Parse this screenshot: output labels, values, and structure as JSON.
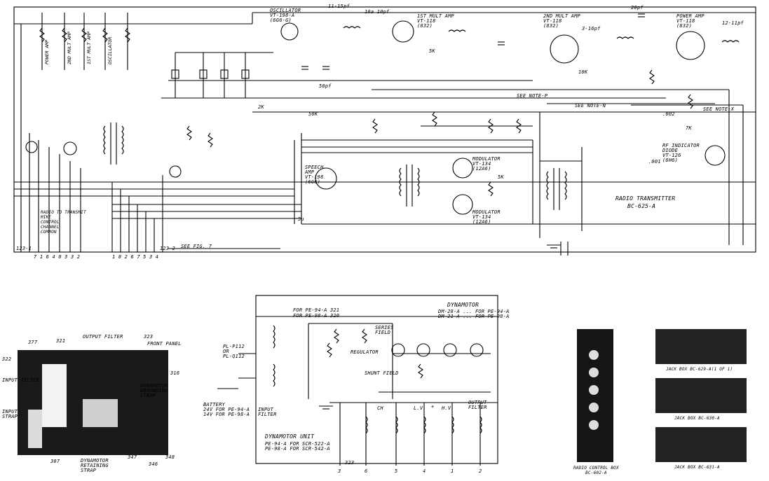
{
  "transmitter": {
    "title": "RADIO TRANSMITTER",
    "model": "BC-625-A",
    "oscillator": "OSCILLATOR\nVT-198-A\n(6G6-G)",
    "mult1": "1ST MULT AMP\nVT-118\n(832)",
    "mult2": "2ND MULT AMP\nVT-118\n(832)",
    "power_amp": "POWER AMP\nVT-118\n(832)",
    "speech_amp": "SPEECH\nAMP\nVT-198\n(6G6)",
    "modulator1": "MODULATOR\nVT-134\n(12A6)",
    "modulator2": "MODULATOR\nVT-134\n(12A6)",
    "indicator": "RF INDICATOR\nDIODE\nVT-126\n(6H6)",
    "caps": {
      "c20pf": "20pf",
      "c11pf": "11-15pf",
      "c10pf": "10a 10pf",
      "c3pf": "3-16pf",
      "c11b": "12-11pf",
      "c50k": "50K",
      "c2k": "2K",
      "c5k": "5K",
      "c5k2": "5K",
      "c7k": "7K",
      "c10k": "10K",
      "c0002": ".002",
      "c001": ".001",
      "c5u": "5u",
      "c50pf": "50pf"
    },
    "notes": {
      "see_p": "SEE NOTE-P",
      "see_n": "SEE NOTE-N",
      "see_x": "SEE NOTE-X"
    },
    "strip_left": [
      "POWER AMP",
      "2ND MULT AMP",
      "1ST MULT AMP",
      "OSCILLATOR"
    ],
    "strip_bottom_left": "RADIO TO TRANSMIT\nMIKE\nCONTROL\nCHANNEL\nCOMMON",
    "pins_left": "7 1 6 4 8 3 3 2",
    "pins_mid": "1 8 2 6 7 5 3 4",
    "ref_1231": "123-1",
    "ref_1232": "123-2",
    "spare": "SEE FIG. 7"
  },
  "dynamotor": {
    "title": "DYNAMOTOR",
    "types": "DM-28-A ... FOR PE-94-A\nDM-21-A ... FOR PE-98-A",
    "input": "PL-P112\nOR\nPL-Q112",
    "battery": "BATTERY\n24V FOR PE-94-A\n14V FOR PE-98-A",
    "input_filter": "INPUT\nFILTER",
    "output_filter": "OUTPUT\nFILTER",
    "unit": "DYNAMOTOR UNIT",
    "unit_models": "PE-94-A FOR SCR-522-A\nPE-98-A FOR SCR-542-A",
    "for1": "FOR PE-94-A 321",
    "for2": "FOR PE-98-A 320",
    "series": "SERIES\nFIELD",
    "regulator": "REGULATOR",
    "shunt": "SHUNT FIELD",
    "labels": {
      "lv": "L.V.",
      "hv": "H.V.",
      "ch": "CH",
      "plus": "+"
    },
    "terminals": [
      "3",
      "6",
      "5",
      "4",
      "1",
      "2"
    ],
    "ref_323": "323"
  },
  "photo": {
    "labels": [
      "377",
      "321",
      "OUTPUT FILTER",
      "323",
      "FRONT PANEL",
      "322",
      "316",
      "INPUT FILTER",
      "DYNAMOTOR GROUNDING STRAP",
      "INPUT STRAP",
      "307",
      "DYNAMOTOR RETAINING STRAP",
      "347",
      "346",
      "348"
    ]
  },
  "jackboxes": {
    "control": "RADIO CONTROL BOX\nBC-602-A",
    "j1": "JACK BOX BC-629-A(1 OF 1)",
    "j2": "JACK BOX BC-630-A",
    "j3": "JACK BOX BC-631-A"
  }
}
